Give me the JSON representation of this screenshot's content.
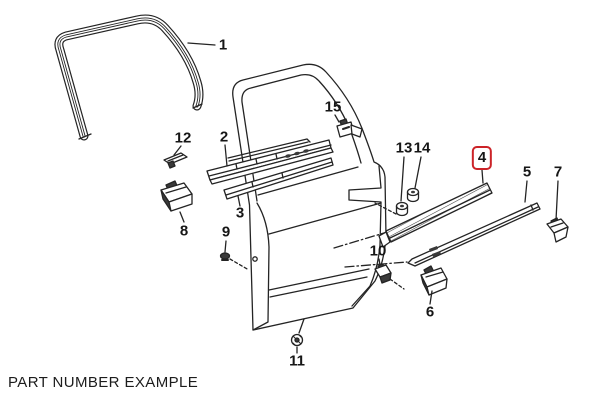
{
  "figure": {
    "type": "exploded-parts-diagram",
    "highlight_color": "#cc2328",
    "line_color": "#242424",
    "highlighted_callout": "4"
  },
  "caption": "PART NUMBER EXAMPLE",
  "callouts": [
    {
      "label": "1"
    },
    {
      "label": "2"
    },
    {
      "label": "3"
    },
    {
      "label": "4",
      "highlighted": true
    },
    {
      "label": "5"
    },
    {
      "label": "6"
    },
    {
      "label": "7"
    },
    {
      "label": "8"
    },
    {
      "label": "9"
    },
    {
      "label": "10"
    },
    {
      "label": "11"
    },
    {
      "label": "12"
    },
    {
      "label": "13"
    },
    {
      "label": "14"
    },
    {
      "label": "15"
    }
  ]
}
